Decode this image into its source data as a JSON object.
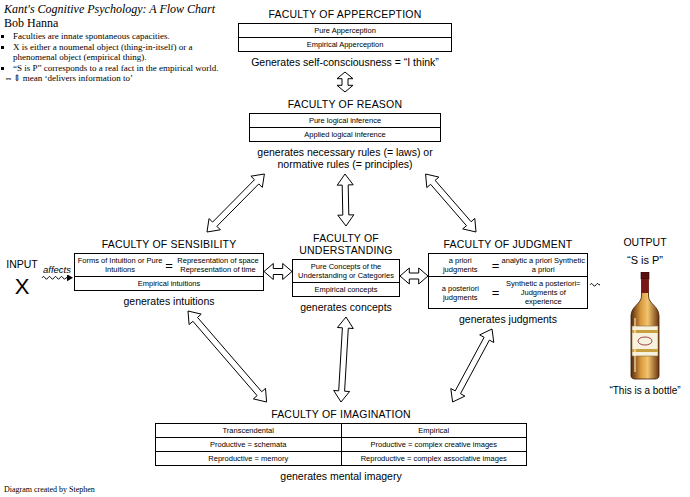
{
  "diagram": {
    "title": "Kant's Cognitive Psychology: A Flow Chart",
    "nodes": [
      {
        "text": [
          "FACULTY OF APPERCEPTION",
          "Generates self-consciousness = “I think”"
        ]
      },
      {
        "text": [
          "Pure Apperception"
        ],
        "in": 0
      },
      {
        "text": [
          "Empirical Apperception"
        ],
        "in": 0
      },
      {
        "text": [
          "FACULTY OF REASON",
          "generates necessary rules (= laws) or normative rules (= principles)"
        ]
      },
      {
        "text": [
          "Pure logical inference"
        ],
        "in": 3
      },
      {
        "text": [
          "Applied logical inference"
        ],
        "in": 3
      },
      {
        "text": [
          "FACULTY OF SENSIBILITY",
          "generates intuitions"
        ]
      },
      {
        "text": [
          "Forms of Intuition or Pure Intuitions",
          "=",
          "Representation of space Representation of time"
        ],
        "in": 6
      },
      {
        "text": [
          "Empirical intuitions"
        ],
        "in": 6
      },
      {
        "text": [
          "FACULTY OF UNDERSTANDING",
          "generates concepts"
        ]
      },
      {
        "text": [
          "Pure Concepts of the Understanding or Categories"
        ],
        "in": 9
      },
      {
        "text": [
          "Empirical concepts"
        ],
        "in": 9
      },
      {
        "text": [
          "FACULTY OF JUDGMENT",
          "generates judgments"
        ]
      },
      {
        "text": [
          "a priori judgments",
          "=",
          "analytic a priori Synthetic a priori"
        ],
        "in": 12
      },
      {
        "text": [
          "a posteriori judgments",
          "=",
          "Synthetic a posteriori= Judgments of experience"
        ],
        "in": 12
      },
      {
        "text": [
          "FACULTY OF IMAGINATION",
          "generates mental imagery"
        ]
      },
      {
        "text": [
          "Transcendental"
        ],
        "in": 15
      },
      {
        "text": [
          "Empirical"
        ],
        "in": 15
      },
      {
        "text": [
          "Productive = schemata"
        ],
        "in": 15
      },
      {
        "text": [
          "Productive = complex creative images"
        ],
        "in": 15
      },
      {
        "text": [
          "Reproductive = memory"
        ],
        "in": 15
      },
      {
        "text": [
          "Reproductive = complex associative images"
        ],
        "in": 15
      },
      {
        "text": [
          "INPUT",
          "X"
        ]
      },
      {
        "text": [
          "OUTPUT",
          "“S is P”",
          "“This is a bottle”"
        ]
      }
    ],
    "edges": [
      {
        "from": 0,
        "to": 3,
        "arrow": "both"
      },
      {
        "from": 3,
        "to": 6,
        "arrow": "both"
      },
      {
        "from": 3,
        "to": 9,
        "arrow": "both"
      },
      {
        "from": 3,
        "to": 12,
        "arrow": "both"
      },
      {
        "from": 6,
        "to": 9,
        "arrow": "both"
      },
      {
        "from": 9,
        "to": 12,
        "arrow": "both"
      },
      {
        "from": 6,
        "to": 15,
        "arrow": "both"
      },
      {
        "from": 9,
        "to": 15,
        "arrow": "both"
      },
      {
        "from": 12,
        "to": 15,
        "arrow": "both"
      },
      {
        "from": 22,
        "to": 6,
        "label": "affects",
        "arrow": "to"
      },
      {
        "from": 12,
        "to": 23,
        "arrow": "none"
      }
    ],
    "labels": [
      "Bob Hanna",
      "Faculties are innate spontaneous capacities.",
      "X is either a noumenal object (thing-in-itself) or a phenomenal object (empirical thing).",
      "“S is P” corresponds to a real fact in the empirical world.",
      "⇔⇕ mean ‘delivers information to’",
      "Diagram created by Stephen"
    ]
  }
}
